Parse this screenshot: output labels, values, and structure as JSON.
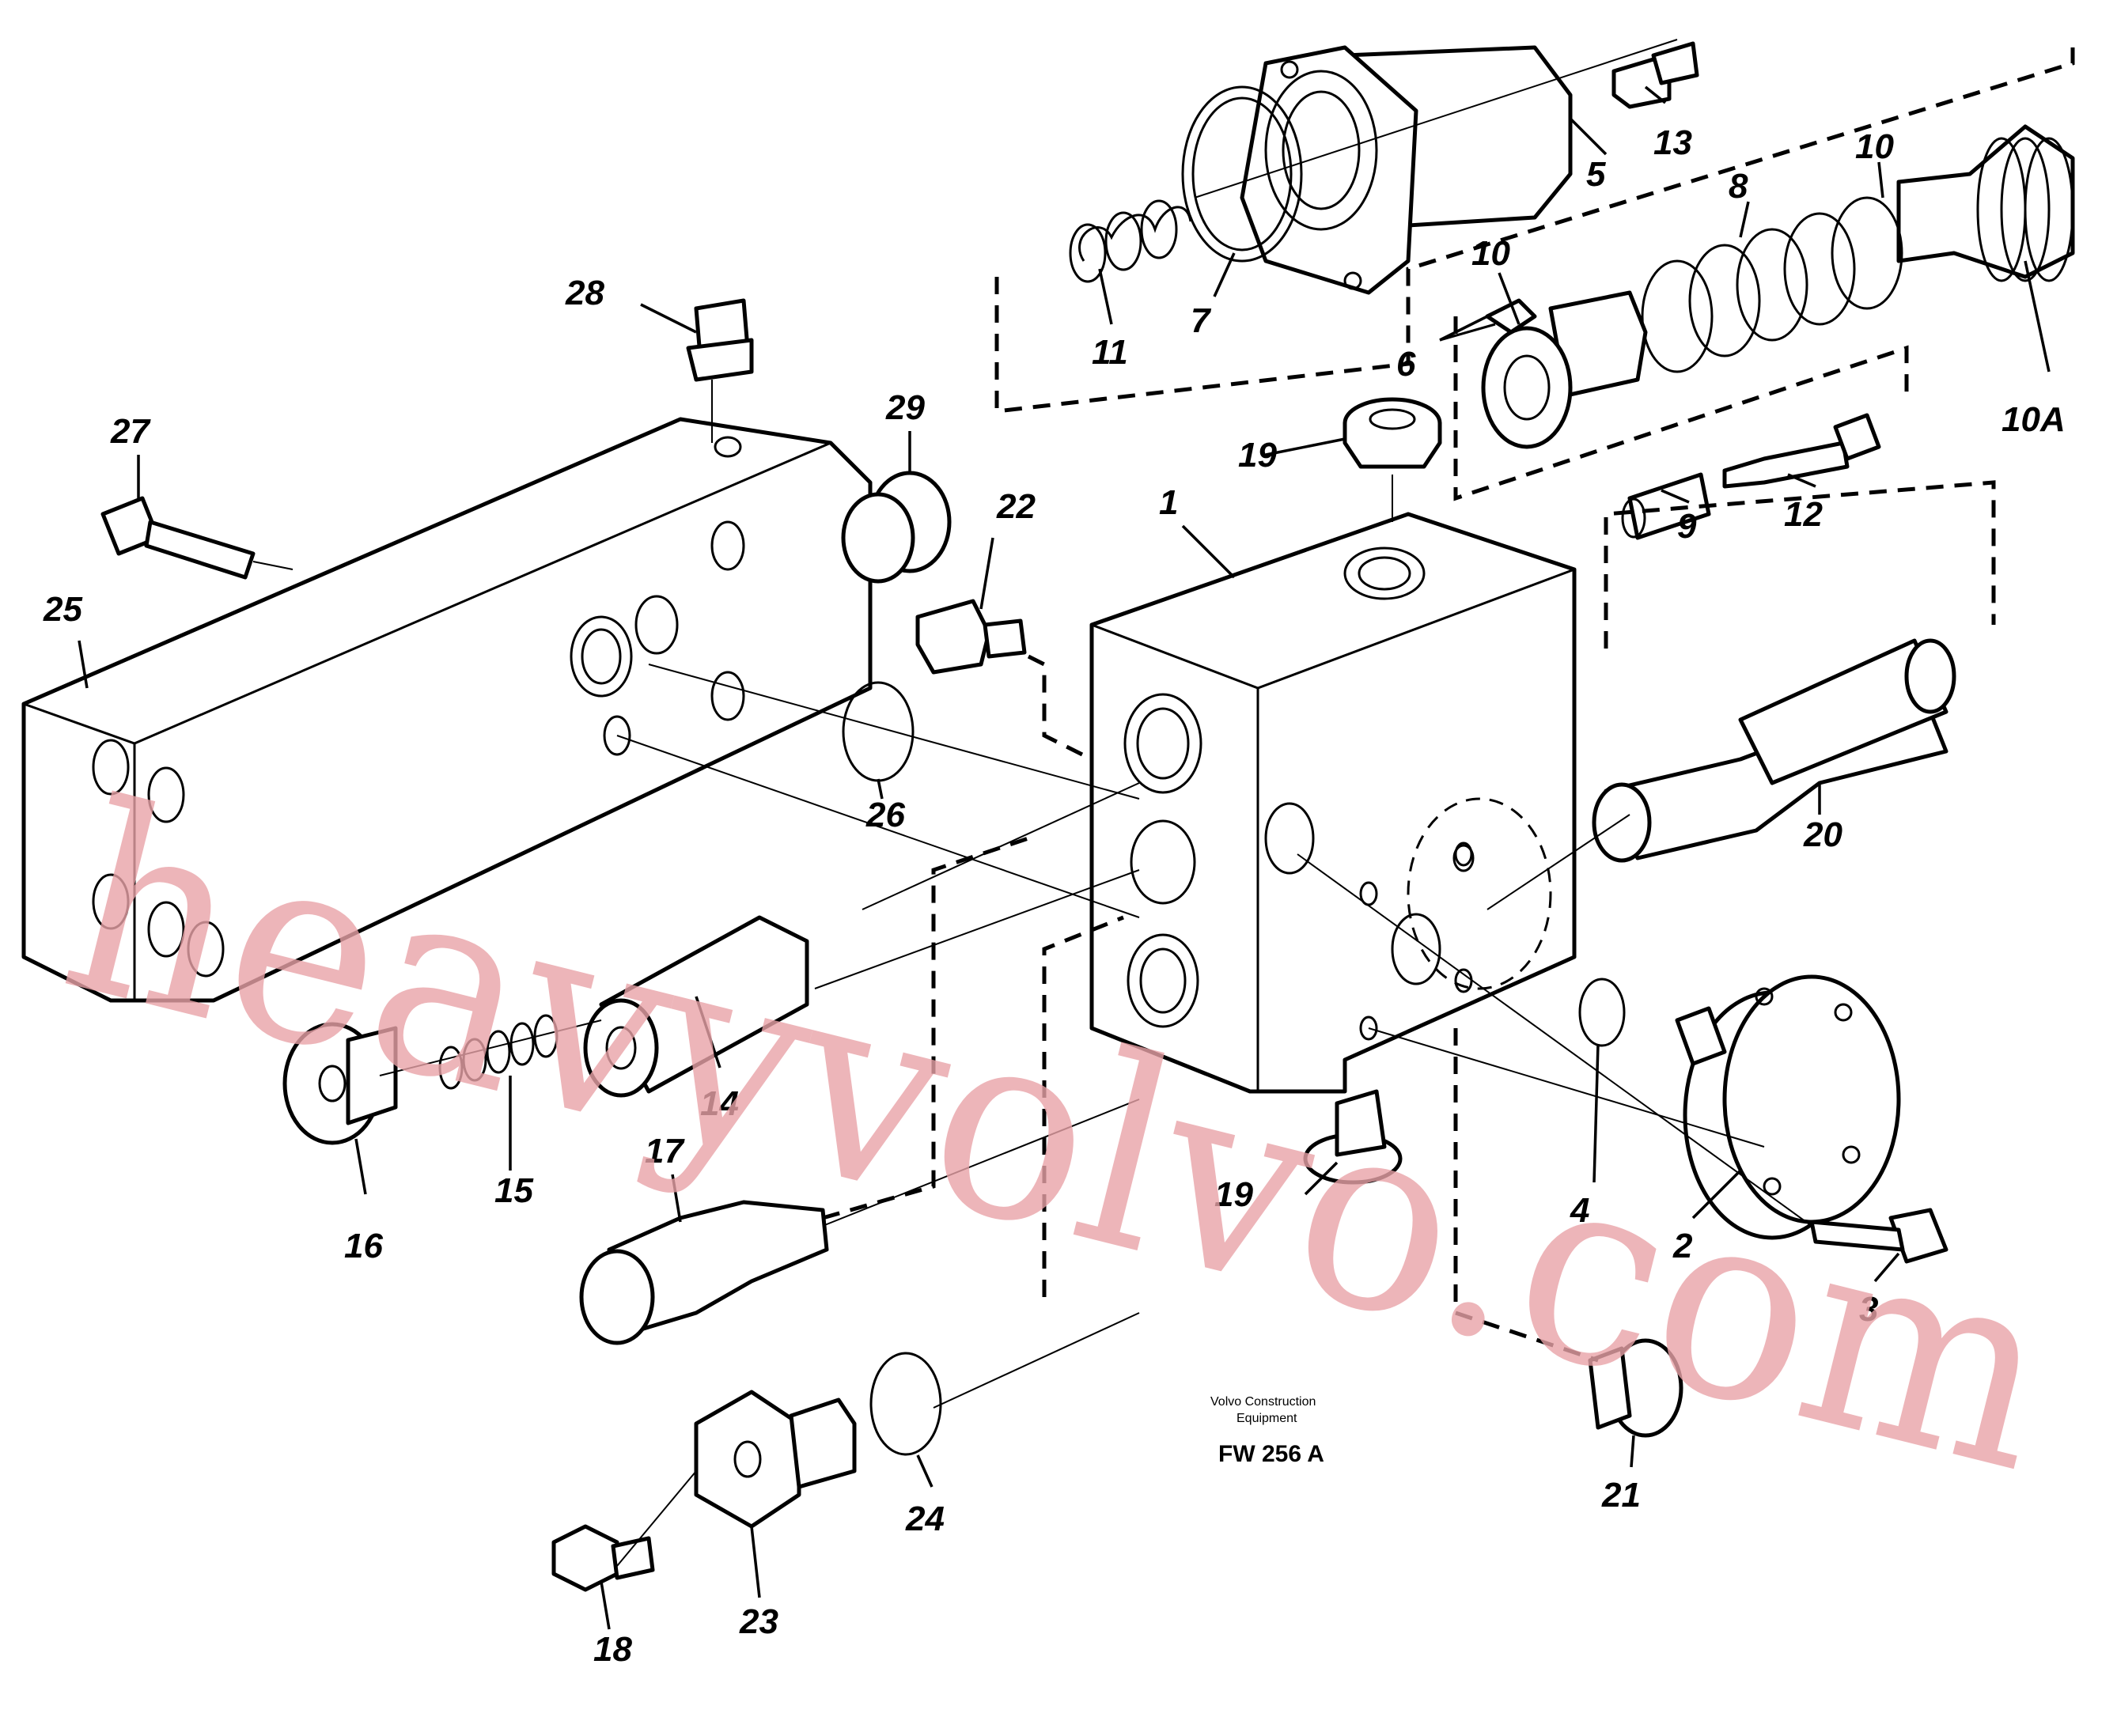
{
  "diagram": {
    "callouts": [
      "1",
      "2",
      "3",
      "4",
      "5",
      "6",
      "7",
      "8",
      "9",
      "10",
      "10",
      "10A",
      "11",
      "12",
      "13",
      "14",
      "15",
      "16",
      "17",
      "18",
      "19",
      "19",
      "20",
      "21",
      "22",
      "23",
      "24",
      "25",
      "26",
      "27",
      "28",
      "29"
    ],
    "caption_line1": "Volvo Construction",
    "caption_line2": "Equipment",
    "figure_id": "FW 256 A",
    "watermark": "heavyvolvo.com",
    "colors": {
      "line": "#000000",
      "background": "#ffffff",
      "watermark": "#e8a3a8"
    }
  }
}
